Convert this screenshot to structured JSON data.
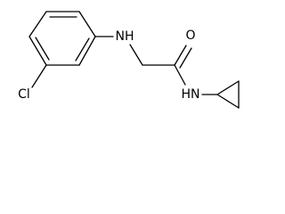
{
  "structure": {
    "atoms": {
      "chlorine": "Cl",
      "amine": "NH",
      "carbonyl_oxygen": "O",
      "amide": "HN"
    }
  }
}
